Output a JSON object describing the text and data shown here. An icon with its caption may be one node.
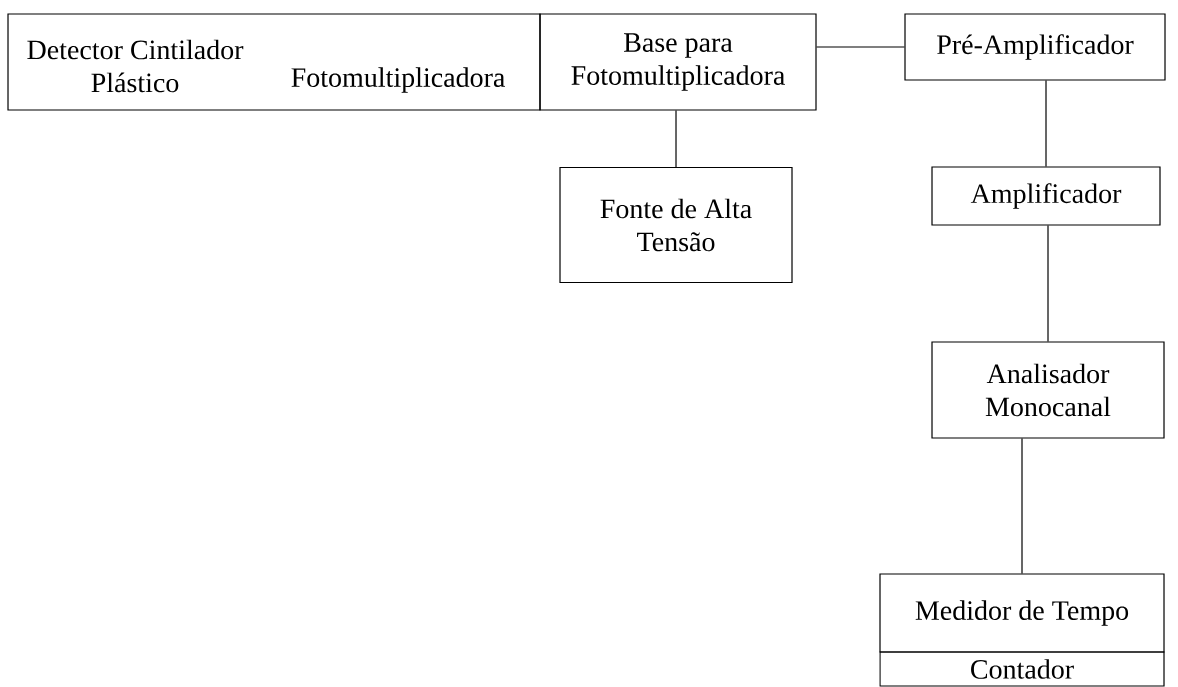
{
  "diagram": {
    "nodes": [
      {
        "text": [
          "Detector Cintilador Plástico"
        ]
      },
      {
        "text": [
          "Fotomultiplicadora"
        ]
      },
      {
        "text": [
          "Base para Fotomultiplicadora"
        ]
      },
      {
        "text": [
          "Pré-Amplificador"
        ]
      },
      {
        "text": [
          "Fonte de Alta Tensão"
        ]
      },
      {
        "text": [
          "Amplificador"
        ]
      },
      {
        "text": [
          "Analisador Monocanal"
        ]
      },
      {
        "text": [
          "Medidor de Tempo"
        ]
      },
      {
        "text": [
          "Contador"
        ]
      }
    ],
    "edges": [
      {
        "from": 2,
        "to": 3,
        "arrow": "none"
      },
      {
        "from": 2,
        "to": 4,
        "arrow": "none"
      },
      {
        "from": 3,
        "to": 5,
        "arrow": "none"
      },
      {
        "from": 5,
        "to": 6,
        "arrow": "none"
      },
      {
        "from": 6,
        "to": 7,
        "arrow": "none"
      }
    ]
  }
}
